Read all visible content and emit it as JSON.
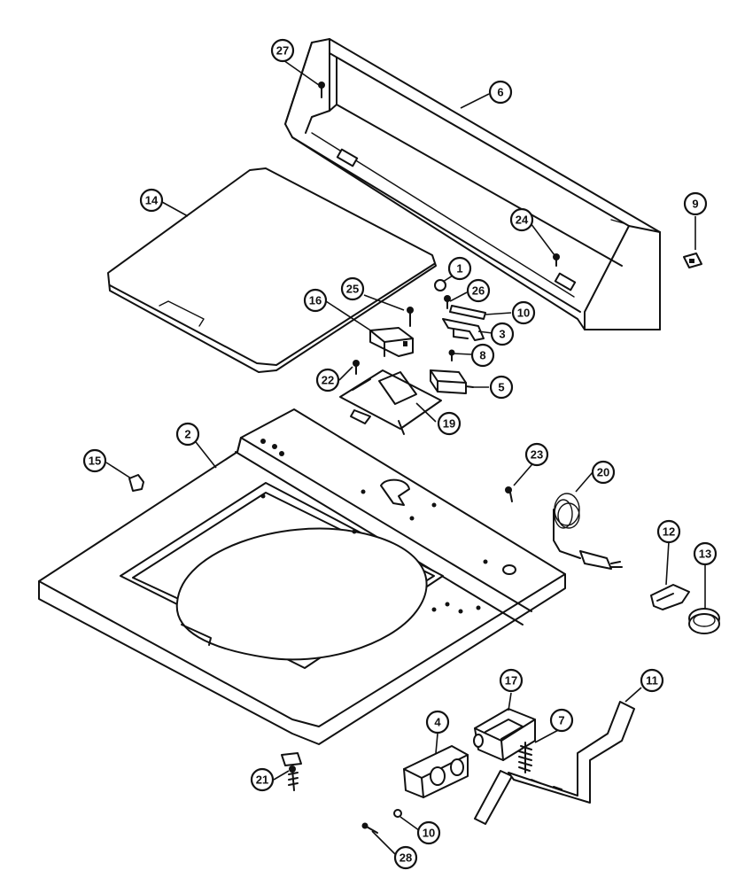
{
  "callouts": [
    {
      "id": "c1",
      "label": "1"
    },
    {
      "id": "c2",
      "label": "2"
    },
    {
      "id": "c3",
      "label": "3"
    },
    {
      "id": "c4",
      "label": "4"
    },
    {
      "id": "c5",
      "label": "5"
    },
    {
      "id": "c6",
      "label": "6"
    },
    {
      "id": "c7",
      "label": "7"
    },
    {
      "id": "c8",
      "label": "8"
    },
    {
      "id": "c9",
      "label": "9"
    },
    {
      "id": "c10a",
      "label": "10"
    },
    {
      "id": "c10b",
      "label": "10"
    },
    {
      "id": "c11",
      "label": "11"
    },
    {
      "id": "c12",
      "label": "12"
    },
    {
      "id": "c13",
      "label": "13"
    },
    {
      "id": "c14",
      "label": "14"
    },
    {
      "id": "c15",
      "label": "15"
    },
    {
      "id": "c16",
      "label": "16"
    },
    {
      "id": "c17",
      "label": "17"
    },
    {
      "id": "c19",
      "label": "19"
    },
    {
      "id": "c20",
      "label": "20"
    },
    {
      "id": "c21",
      "label": "21"
    },
    {
      "id": "c22",
      "label": "22"
    },
    {
      "id": "c23",
      "label": "23"
    },
    {
      "id": "c24",
      "label": "24"
    },
    {
      "id": "c25",
      "label": "25"
    },
    {
      "id": "c26",
      "label": "26"
    },
    {
      "id": "c27",
      "label": "27"
    },
    {
      "id": "c28",
      "label": "28"
    }
  ],
  "colors": {
    "ink": "#111111",
    "paper": "#ffffff"
  }
}
